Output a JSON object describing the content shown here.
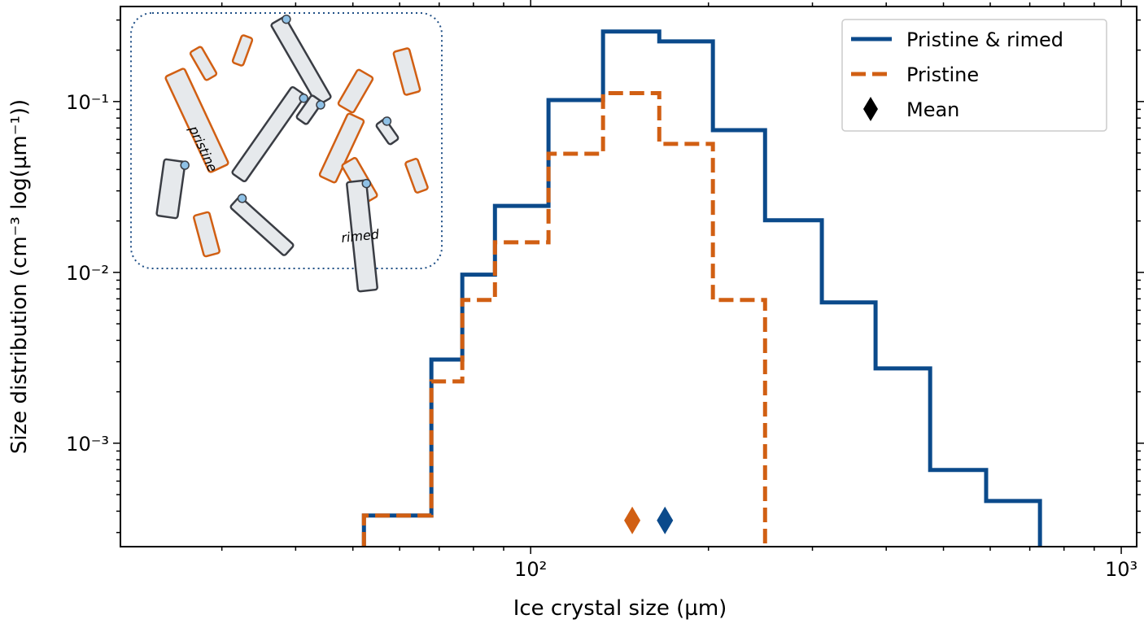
{
  "chart_data": {
    "type": "line",
    "subtype": "step-histogram",
    "xscale": "log",
    "yscale": "log",
    "xlabel": "Ice crystal size (µm)",
    "ylabel": "Size distribution (cm⁻³ log(µm⁻¹))",
    "xlim": [
      20.2,
      1062
    ],
    "ylim": [
      0.000248,
      0.36
    ],
    "xticks": [
      {
        "value": 100,
        "label": "10²"
      },
      {
        "value": 1000,
        "label": "10³"
      }
    ],
    "yticks": [
      {
        "value": 0.1,
        "label": "10⁻¹"
      },
      {
        "value": 0.01,
        "label": "10⁻²"
      },
      {
        "value": 0.001,
        "label": "10⁻³"
      }
    ],
    "grid": false,
    "legend_position": "top-right",
    "series": [
      {
        "name": "Pristine & rimed",
        "color": "#0b4a8b",
        "style": "solid",
        "bin_edges": [
          52.2,
          67.9,
          76.6,
          87.0,
          107.2,
          132.6,
          165.1,
          203.5,
          249.4,
          311.2,
          383.7,
          474.7,
          590.5,
          728.4
        ],
        "values": [
          0.000377,
          0.00309,
          0.0097,
          0.0245,
          0.102,
          0.257,
          0.225,
          0.068,
          0.0202,
          0.00667,
          0.00274,
          0.000697,
          0.000459
        ]
      },
      {
        "name": "Pristine",
        "color": "#d15f13",
        "style": "dashed",
        "bin_edges": [
          52.2,
          67.9,
          76.6,
          87.0,
          107.2,
          132.6,
          165.1,
          203.5,
          249.4
        ],
        "values": [
          0.000377,
          0.0023,
          0.00689,
          0.015,
          0.0495,
          0.112,
          0.0565,
          0.00689
        ]
      }
    ],
    "means": [
      {
        "series": "Pristine",
        "x": 148.6,
        "y": 0.000353,
        "color": "#d15f13"
      },
      {
        "series": "Pristine & rimed",
        "x": 168.8,
        "y": 0.000353,
        "color": "#0b4a8b"
      }
    ],
    "legend": [
      {
        "label": "Pristine & rimed",
        "color": "#0b4a8b",
        "marker": "line-solid"
      },
      {
        "label": "Pristine",
        "color": "#d15f13",
        "marker": "line-dashed"
      },
      {
        "label": "Mean",
        "color": "#000000",
        "marker": "diamond"
      }
    ],
    "inset_labels": {
      "pristine": "pristine",
      "rimed": "rimed"
    }
  }
}
